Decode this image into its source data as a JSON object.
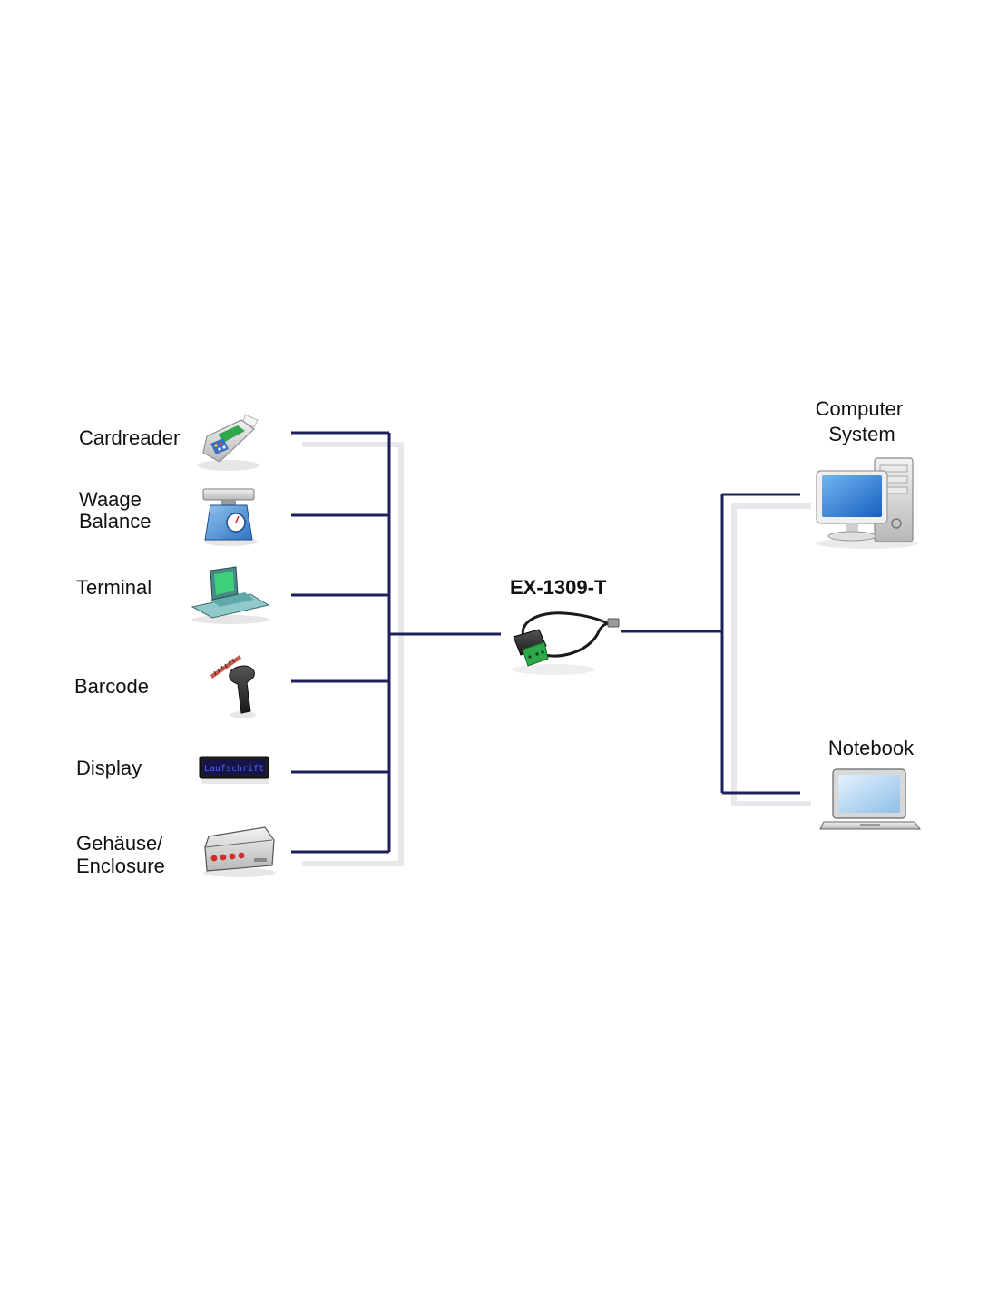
{
  "devices": [
    {
      "id": "cardreader",
      "label_lines": [
        "Cardreader"
      ],
      "icon": "cardreader-icon"
    },
    {
      "id": "waage",
      "label_lines": [
        "Waage",
        "Balance"
      ],
      "icon": "scale-icon"
    },
    {
      "id": "terminal",
      "label_lines": [
        "Terminal"
      ],
      "icon": "terminal-icon"
    },
    {
      "id": "barcode",
      "label_lines": [
        "Barcode"
      ],
      "icon": "barcode-scanner-icon"
    },
    {
      "id": "display",
      "label_lines": [
        "Display"
      ],
      "icon": "display-icon",
      "icon_text": "Laufschrift"
    },
    {
      "id": "enclosure",
      "label_lines": [
        "Gehäuse/",
        "Enclosure"
      ],
      "icon": "enclosure-icon"
    }
  ],
  "converter": {
    "label": "EX-1309-T",
    "icon": "usb-converter-icon"
  },
  "hosts": [
    {
      "id": "computer",
      "label_lines": [
        "Computer",
        "System"
      ],
      "icon": "desktop-computer-icon"
    },
    {
      "id": "notebook",
      "label_lines": [
        "Notebook"
      ],
      "icon": "notebook-icon"
    }
  ],
  "colors": {
    "wire": "#1f1f5c",
    "background": "#ffffff"
  }
}
